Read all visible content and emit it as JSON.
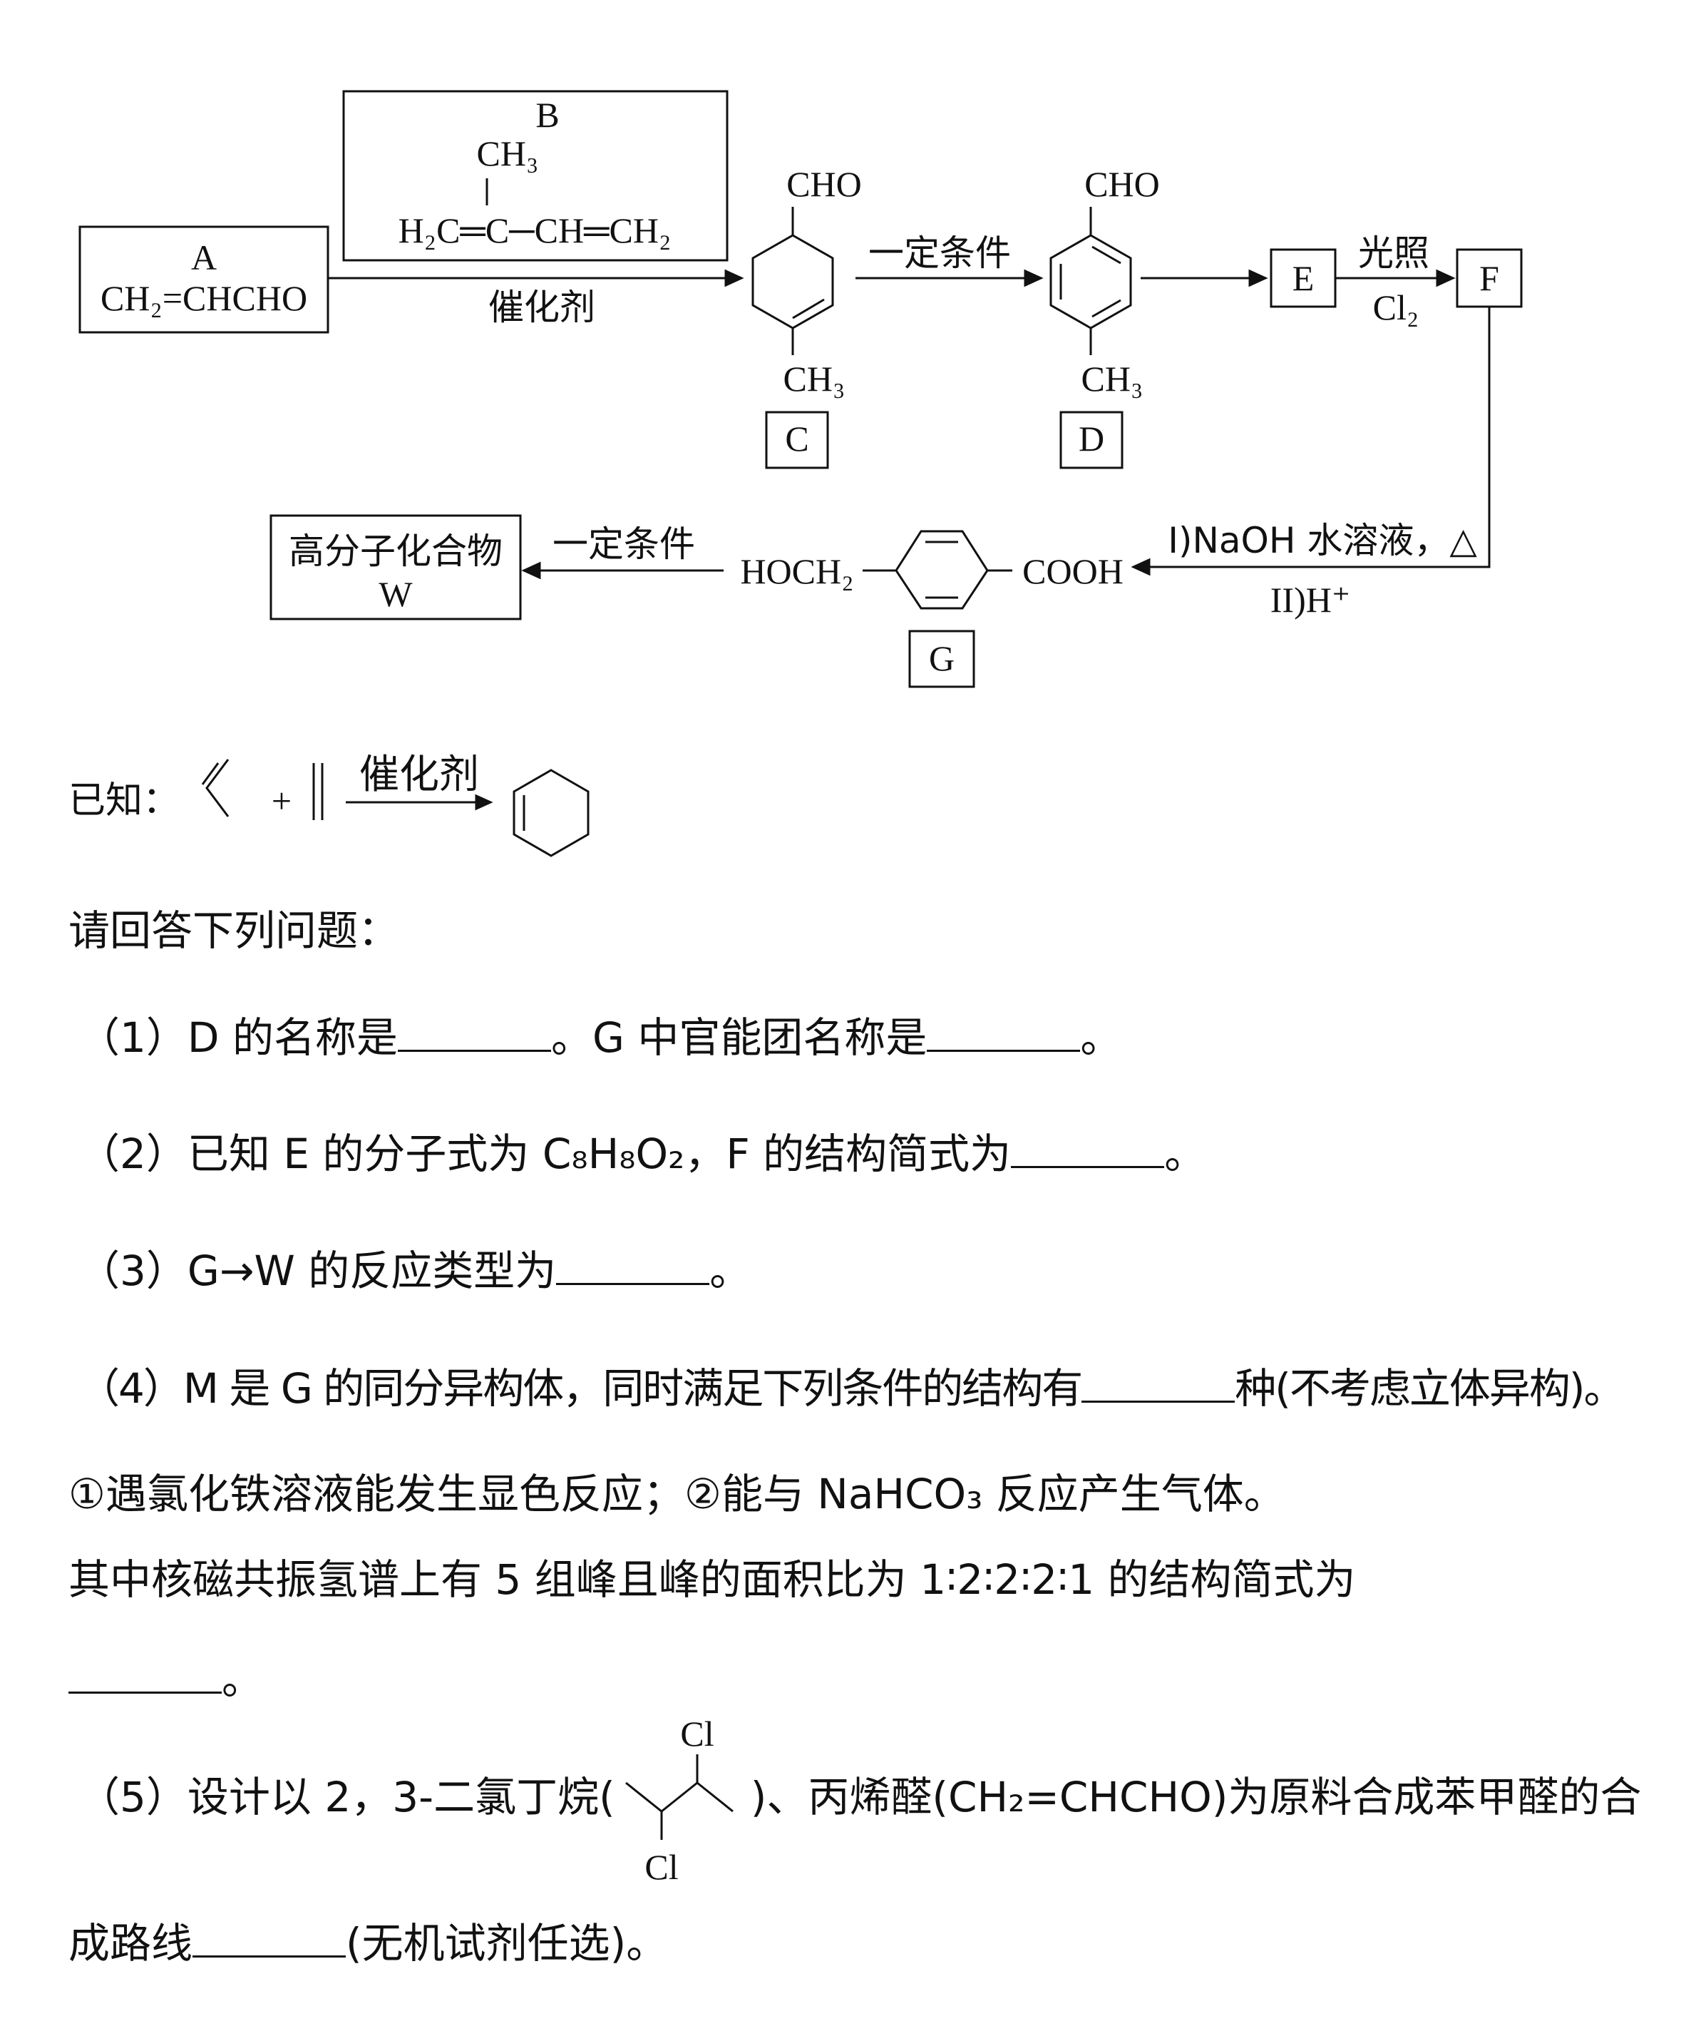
{
  "scheme": {
    "A": {
      "label": "A",
      "formula": "CH₂=CHCHO"
    },
    "B": {
      "label": "B",
      "top": "CH₃",
      "main": "H₂C═C─CH═CH₂"
    },
    "arrow_AC_below": "催化剂",
    "C": {
      "label": "C",
      "cho": "CHO",
      "ch3": "CH₃"
    },
    "arrow_CD_above": "一定条件",
    "D": {
      "label": "D",
      "cho": "CHO",
      "ch3": "CH₃"
    },
    "E": {
      "label": "E"
    },
    "arrow_EF_above": "光照",
    "arrow_EF_below": "Cl₂",
    "F": {
      "label": "F"
    },
    "arrow_FG_above": "I)NaOH 水溶液，△",
    "arrow_FG_below": "II)H⁺",
    "G": {
      "label": "G",
      "left": "HOCH₂",
      "right": "COOH"
    },
    "arrow_GW_above": "一定条件",
    "W": {
      "line1": "高分子化合物",
      "line2": "W"
    }
  },
  "known": {
    "prefix": "已知：",
    "plus": "+",
    "catalyst": "催化剂"
  },
  "questions": {
    "intro": "请回答下列问题：",
    "q1_a": "（1）D 的名称是",
    "q1_b": "。G 中官能团名称是",
    "q1_c": "。",
    "q2_a": "（2）已知 E 的分子式为 C₈H₈O₂，F 的结构简式为",
    "q2_b": "。",
    "q3_a": "（3）G→W 的反应类型为",
    "q3_b": "。",
    "q4_a": "（4）M 是 G 的同分异构体，同时满足下列条件的结构有",
    "q4_b": "种(不考虑立体异构)。",
    "q4_cond": "①遇氯化铁溶液能发生显色反应；②能与 NaHCO₃ 反应产生气体。",
    "q4_nmr": "其中核磁共振氢谱上有 5 组峰且峰的面积比为 1∶2∶2∶2∶1 的结构简式为",
    "q4_end": "。",
    "q5_a": "（5）设计以 2，3-二氯丁烷(",
    "q5_b": ")、丙烯醛(CH₂=CHCHO)为原料合成苯甲醛的合",
    "q5_cl_top": "Cl",
    "q5_cl_bottom": "Cl",
    "q5_line2_a": "成路线",
    "q5_line2_b": "(无机试剂任选)。"
  }
}
